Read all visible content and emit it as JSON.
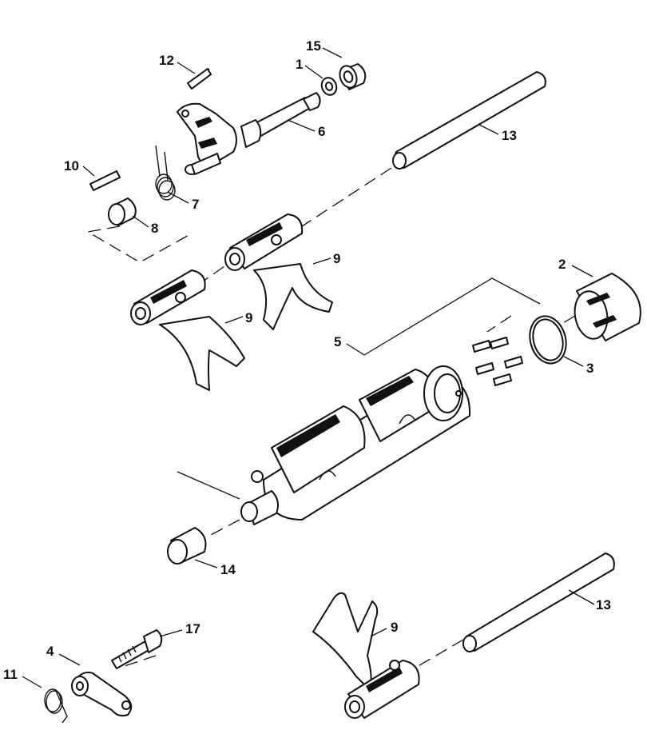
{
  "callouts": {
    "c15": "15",
    "c1": "1",
    "c12": "12",
    "c6": "6",
    "c13a": "13",
    "c10": "10",
    "c7": "7",
    "c8": "8",
    "c9a": "9",
    "c9b": "9",
    "c2": "2",
    "c5": "5",
    "c3": "3",
    "c14": "14",
    "c13b": "13",
    "c9c": "9",
    "c17": "17",
    "c4": "4",
    "c11": "11"
  }
}
